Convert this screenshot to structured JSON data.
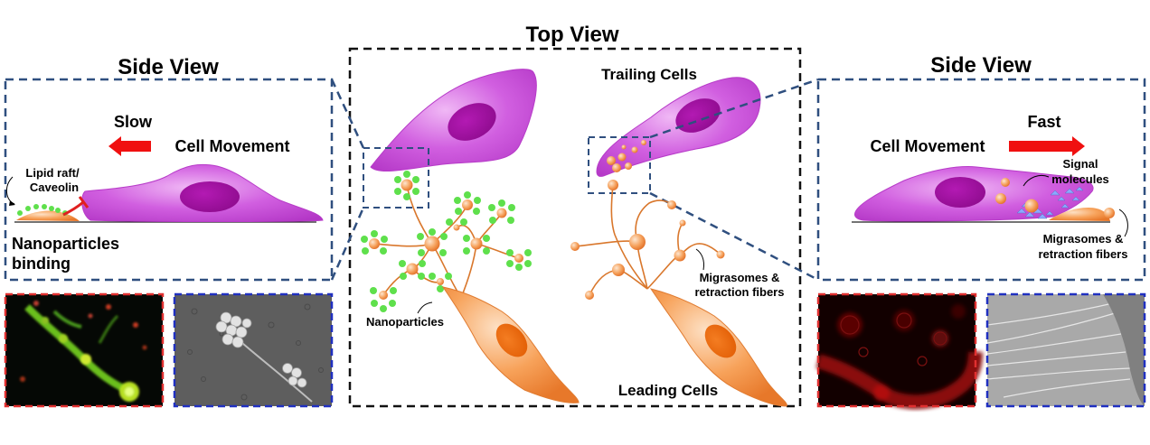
{
  "titles": {
    "top_view": "Top View",
    "side_view_left": "Side View",
    "side_view_right": "Side View"
  },
  "left_panel": {
    "speed": "Slow",
    "movement": "Cell Movement",
    "lipid_raft_line1": "Lipid raft/",
    "lipid_raft_line2": "Caveolin",
    "binding_line1": "Nanoparticles",
    "binding_line2": "binding"
  },
  "right_panel": {
    "speed": "Fast",
    "movement": "Cell Movement",
    "signal_line1": "Signal",
    "signal_line2": "molecules",
    "migrasome_line1": "Migrasomes &",
    "migrasome_line2": "retraction fibers"
  },
  "center_panel": {
    "trailing": "Trailing Cells",
    "leading": "Leading Cells",
    "nanoparticles": "Nanoparticles",
    "migrasome_line1": "Migrasomes &",
    "migrasome_line2": "retraction fibers"
  },
  "colors": {
    "cell_purple": "#d05ee0",
    "nucleus_purple": "#a3119f",
    "cell_orange": "#f59a4e",
    "nucleus_orange": "#ee6a10",
    "nanoparticle_green": "#5fe04c",
    "arrow_red": "#f01010",
    "dash_blue": "#2f4f7f",
    "frame_red": "#e03030",
    "frame_blue": "#2030c0"
  }
}
